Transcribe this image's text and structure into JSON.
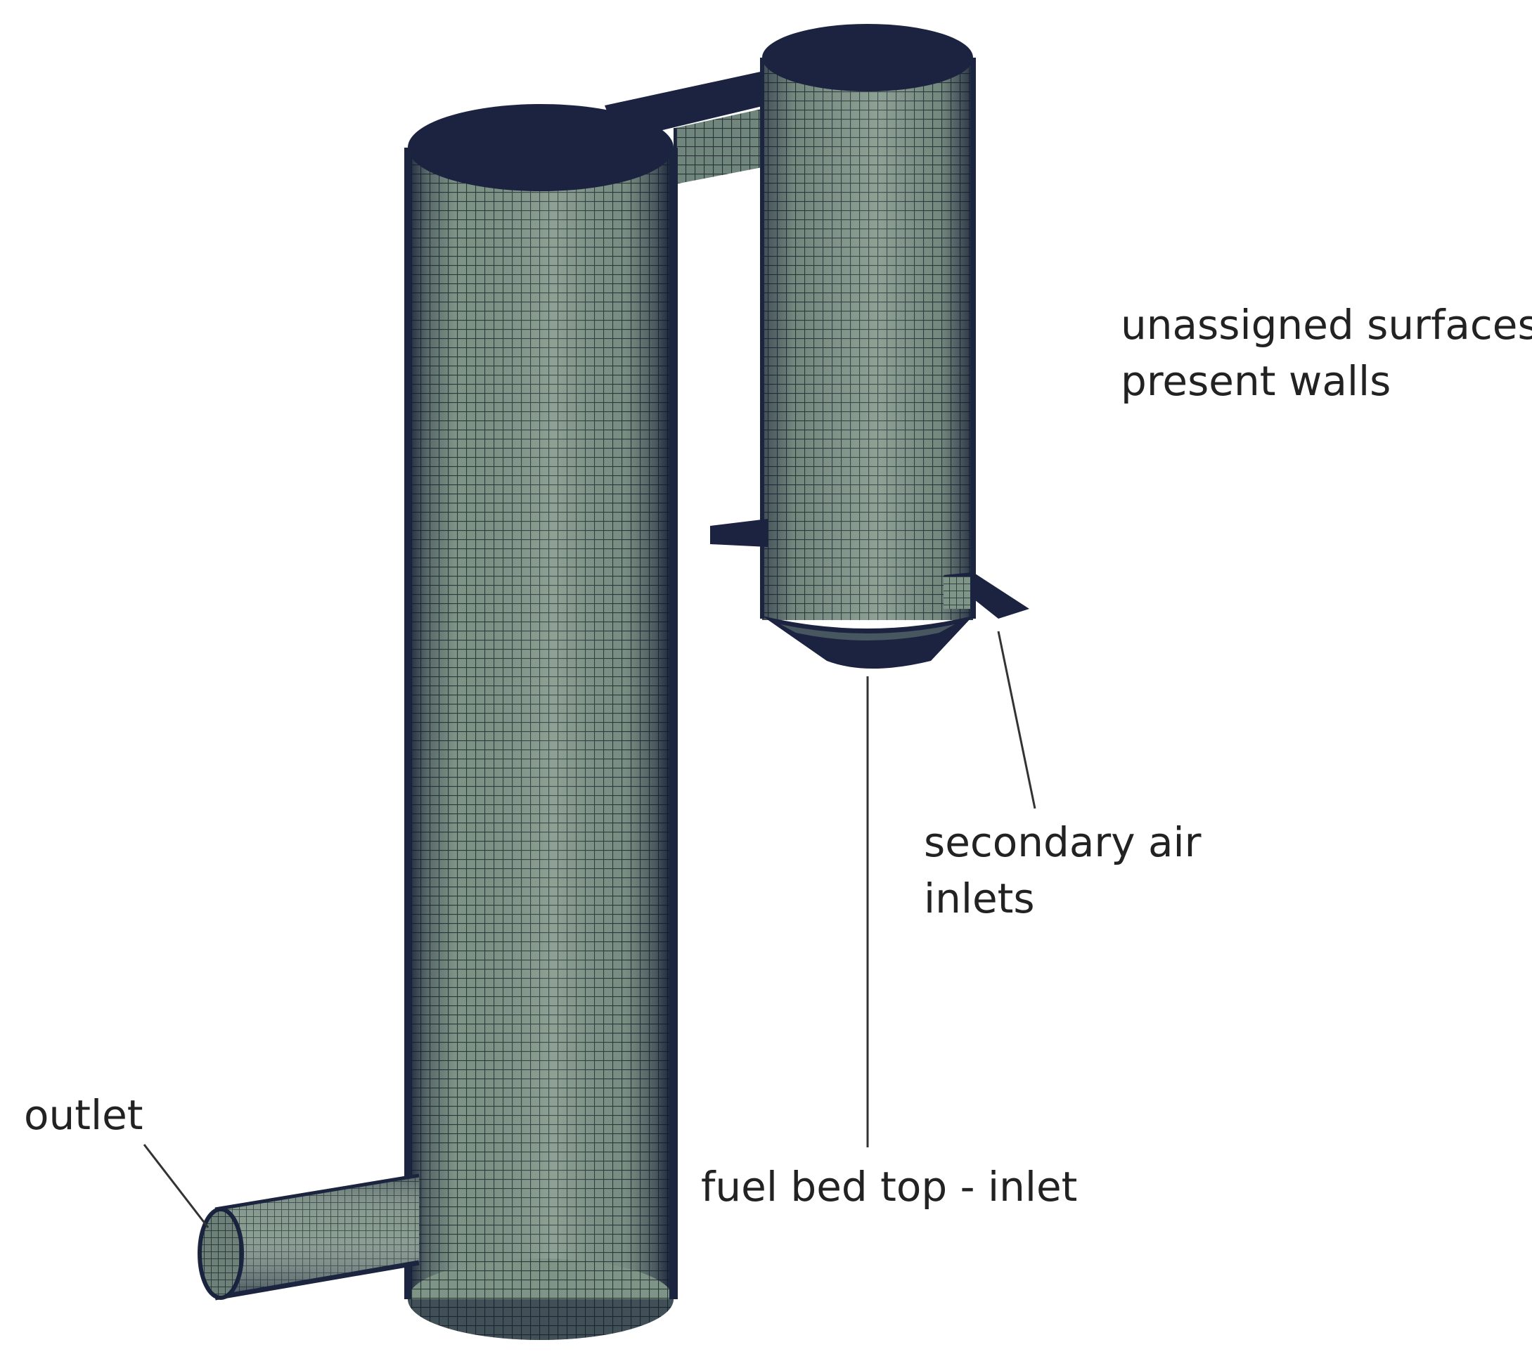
{
  "figure": {
    "labels": {
      "walls_line1": "unassigned surfaces",
      "walls_line2": "present walls",
      "secondary_line1": "secondary air",
      "secondary_line2": "inlets",
      "fuel_bed": "fuel bed top - inlet",
      "outlet": "outlet"
    },
    "components": [
      "main-column",
      "secondary-column",
      "connecting-duct",
      "conical-bottom",
      "secondary-air-inlet-left",
      "secondary-air-inlet-right",
      "outlet-pipe"
    ],
    "colors": {
      "mesh_fill": "#7e9486",
      "mesh_grid": "#2c3a3a",
      "edge_dark": "#1c2540",
      "cap_dark": "#1b2340",
      "leader_line": "#333333",
      "text": "#222222",
      "background": "#ffffff"
    }
  }
}
